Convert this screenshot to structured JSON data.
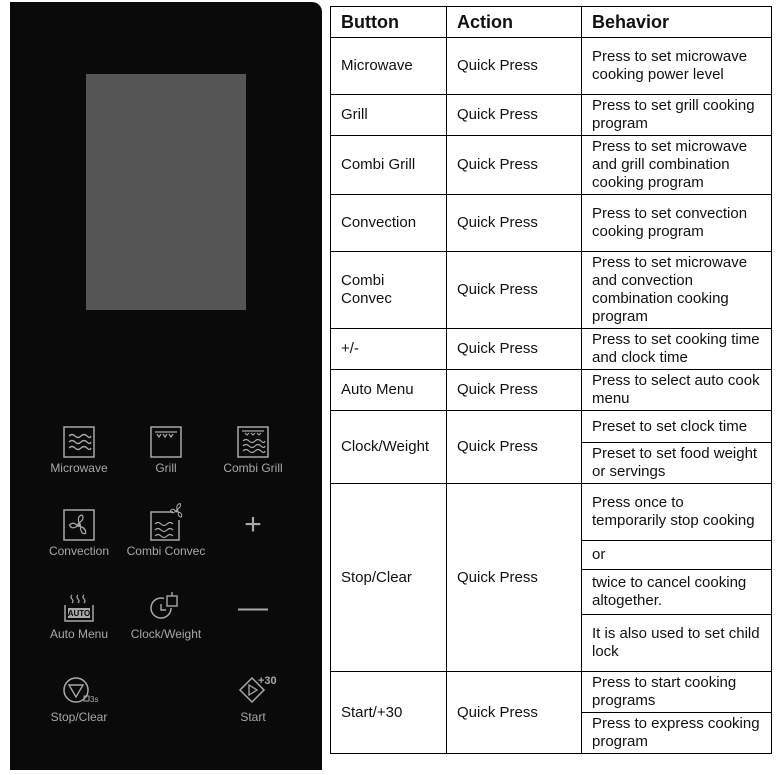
{
  "control_panel": {
    "buttons": [
      {
        "label": "Microwave",
        "icon": "microwave-icon"
      },
      {
        "label": "Grill",
        "icon": "grill-icon"
      },
      {
        "label": "Combi Grill",
        "icon": "combi-grill-icon"
      },
      {
        "label": "Convection",
        "icon": "convection-icon"
      },
      {
        "label": "Combi Convec",
        "icon": "combi-convec-icon"
      },
      {
        "label": "Auto Menu",
        "icon": "auto-menu-icon"
      },
      {
        "label": "Clock/Weight",
        "icon": "clock-weight-icon"
      },
      {
        "label": "Stop/Clear",
        "icon": "stop-clear-icon"
      },
      {
        "label": "Start",
        "icon": "start-icon"
      }
    ],
    "plus": "+",
    "minus": "—",
    "auto_text": "AUTO",
    "stop_suffix": "3s",
    "start_suffix": "+30"
  },
  "table": {
    "headers": {
      "button": "Button",
      "action": "Action",
      "behavior": "Behavior"
    },
    "rows": [
      {
        "button": "Microwave",
        "action": "Quick Press",
        "behaviors": [
          "Press to set microwave cooking power level"
        ]
      },
      {
        "button": "Grill",
        "action": "Quick Press",
        "behaviors": [
          "Press to set grill cooking program"
        ]
      },
      {
        "button": "Combi Grill",
        "action": "Quick Press",
        "behaviors": [
          "Press to set microwave and grill combination cooking program"
        ]
      },
      {
        "button": "Convection",
        "action": "Quick Press",
        "behaviors": [
          "Press to set convection cooking program"
        ]
      },
      {
        "button": "Combi Convec",
        "action": "Quick Press",
        "behaviors": [
          "Press to set microwave and convection combination cooking program"
        ]
      },
      {
        "button": "+/-",
        "action": "Quick Press",
        "behaviors": [
          "Press to set cooking time and clock time"
        ]
      },
      {
        "button": "Auto Menu",
        "action": "Quick Press",
        "behaviors": [
          "Press to select auto cook menu"
        ]
      },
      {
        "button": "Clock/Weight",
        "action": "Quick Press",
        "behaviors": [
          "Preset to set clock time",
          "Preset to set food weight or servings"
        ]
      },
      {
        "button": "Stop/Clear",
        "action": "Quick Press",
        "behaviors": [
          "Press once to temporarily stop cooking",
          "or",
          "twice to cancel cooking altogether.",
          "It is also used to set child lock"
        ]
      },
      {
        "button": "Start/+30",
        "action": "Quick Press",
        "behaviors": [
          "Press to start cooking programs",
          "Press to express cooking program"
        ]
      }
    ]
  }
}
